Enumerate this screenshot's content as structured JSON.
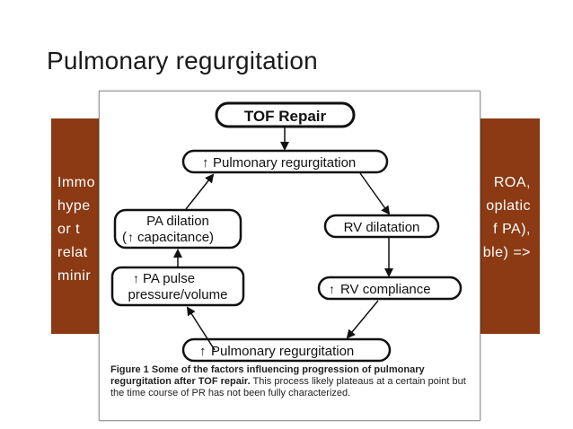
{
  "slide": {
    "title": "Pulmonary regurgitation"
  },
  "background_box": {
    "color": "#8b3a13",
    "line1_left": "Immo",
    "line1_right": "ROA,",
    "line2_left": "hype",
    "line2_right": "oplatic",
    "line3_left": "or t",
    "line3_right": "f PA),",
    "line4_left": "relat",
    "line4_right": "ble) =>",
    "line5_left": "minir"
  },
  "figure": {
    "tof_repair": "TOF Repair",
    "pr_top": "Pulmonary regurgitation",
    "pa_dilation_1": "PA dilation",
    "pa_dilation_2": "capacitance)",
    "rv_dilatation": "RV dilatation",
    "pa_pulse_1": "PA pulse",
    "pa_pulse_2": "pressure/volume",
    "rv_compliance": "RV compliance",
    "pr_bottom": "Pulmonary regurgitation",
    "caption_bold": "Figure 1 Some of the factors influencing progression of pulmonary regurgitation after TOF repair.",
    "caption_rest": " This process likely plateaus at a certain point but the time course of PR has not been fully characterized."
  }
}
